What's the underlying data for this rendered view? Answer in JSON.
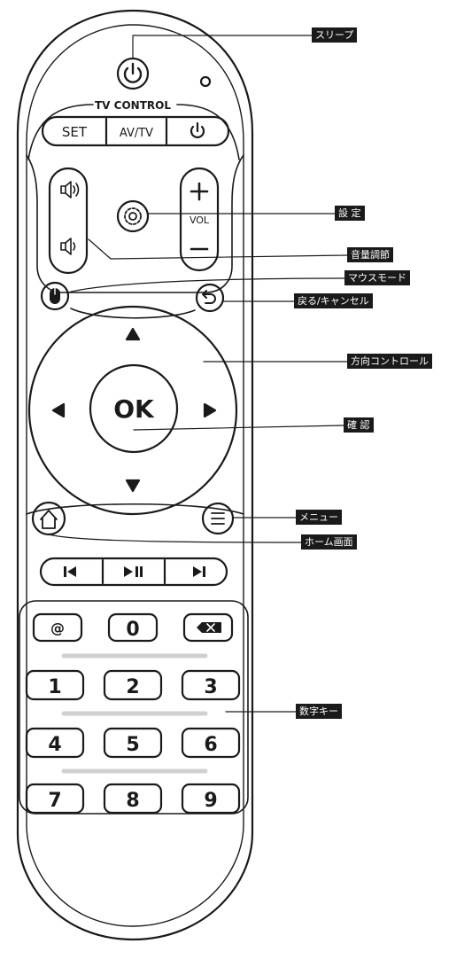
{
  "remote": {
    "tv_control_title": "TV CONTROL",
    "set_label": "SET",
    "av_tv_label": "AV/TV",
    "vol_label": "VOL",
    "ok_label": "OK",
    "digits": [
      "0",
      "1",
      "2",
      "3",
      "4",
      "5",
      "6",
      "7",
      "8",
      "9"
    ],
    "at_label": "@"
  },
  "callouts": {
    "sleep": "スリープ",
    "settings": "設 定",
    "volume": "音量調節",
    "mouse_mode": "マウスモード",
    "back_cancel": "戻る/キャンセル",
    "direction": "方向コントロール",
    "confirm": "確 認",
    "menu": "メニュー",
    "home": "ホーム画面",
    "numeric_keys": "数字キー"
  },
  "icons": [
    "power-icon",
    "speaker-up-icon",
    "speaker-down-icon",
    "gear-icon",
    "mouse-icon",
    "back-icon",
    "arrow-up-icon",
    "arrow-down-icon",
    "arrow-left-icon",
    "arrow-right-icon",
    "home-icon",
    "menu-icon",
    "previous-icon",
    "play-pause-icon",
    "next-icon",
    "backspace-icon"
  ],
  "colors": {
    "outline": "#1a1a1a",
    "label_bg": "#1a1a1a",
    "label_text": "#ffffff",
    "background": "#ffffff"
  }
}
